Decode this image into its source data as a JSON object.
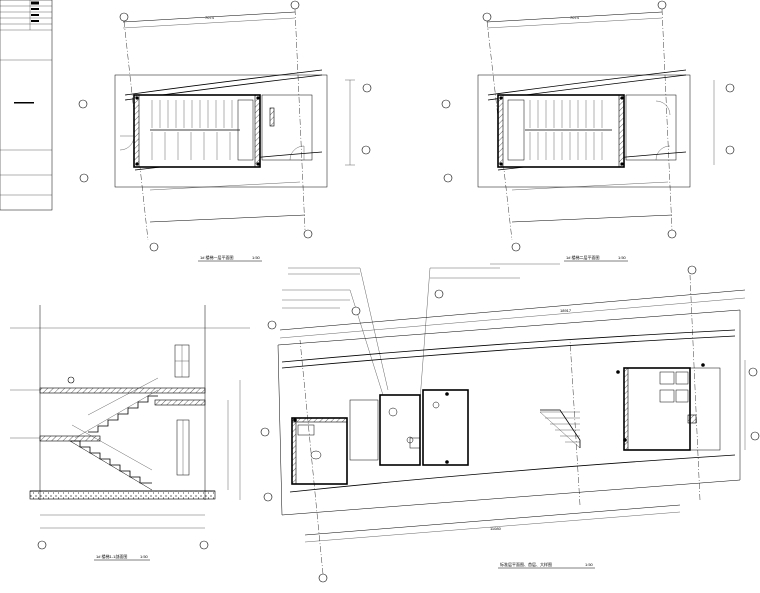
{
  "title_block": {
    "rows": [
      "",
      "",
      "",
      "",
      ""
    ],
    "note": ""
  },
  "drawings": {
    "plan_top_left": {
      "caption": "1# 楼梯一层平面图",
      "scale": "1:50"
    },
    "plan_top_right": {
      "caption": "1# 楼梯二层平面图",
      "scale": "1:50"
    },
    "section_left": {
      "caption": "1# 楼梯1-1剖面图",
      "scale": "1:50"
    },
    "plan_main": {
      "caption": "标准层平面图、首层、大样图",
      "scale": "1:50"
    }
  },
  "dimensions": {
    "top_left_overall": "7074",
    "top_right_overall": "7074",
    "main_overall": "18917",
    "main_lower": "11080"
  },
  "colors": {
    "ink": "#000000",
    "paper": "#ffffff"
  }
}
